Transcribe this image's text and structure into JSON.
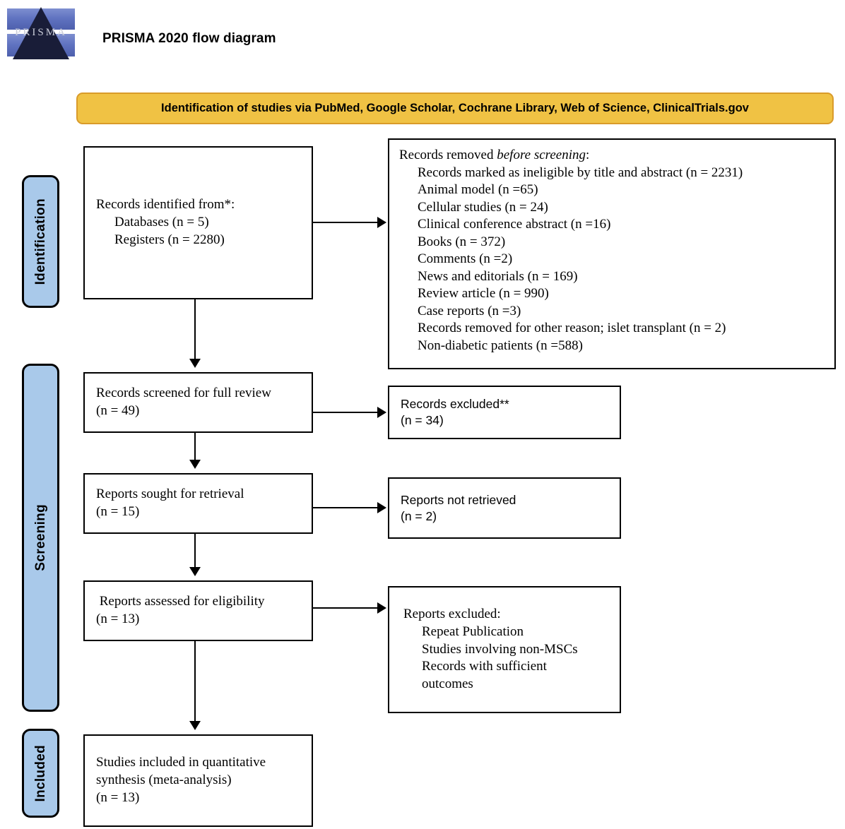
{
  "logo": {
    "word": "PRISMA",
    "alt": "prisma-logo"
  },
  "title": "PRISMA 2020 flow diagram",
  "banner": {
    "label": "Identification of studies via PubMed, Google Scholar, Cochrane Library, Web of Science, ClinicalTrials.gov"
  },
  "stages": [
    {
      "key": "identification",
      "label": "Identification"
    },
    {
      "key": "screening",
      "label": "Screening"
    },
    {
      "key": "included",
      "label": "Included"
    }
  ],
  "boxes": {
    "records_identified": {
      "lines": [
        "Records identified from*:",
        "Databases (n = 5)",
        "Registers (n = 2280)"
      ]
    },
    "records_removed": {
      "heading_pre": "Records removed ",
      "heading_italic": "before screening",
      "heading_post": ":",
      "items": [
        "Records marked as ineligible by title and abstract (n = 2231)",
        "Animal model (n =65)",
        "Cellular studies (n = 24)",
        "Clinical conference abstract (n =16)",
        "Books (n = 372)",
        "Comments (n =2)",
        "News and editorials (n = 169)",
        "Review article (n = 990)",
        "Case reports (n =3)",
        "Records removed for other reason; islet transplant (n = 2)",
        "Non-diabetic patients (n =588)"
      ]
    },
    "records_screened": {
      "lines": [
        "Records screened for full review",
        "(n = 49)"
      ]
    },
    "records_excluded": {
      "lines": [
        "Records excluded**",
        "(n = 34)"
      ]
    },
    "reports_sought": {
      "lines": [
        "Reports sought for retrieval",
        "(n = 15)"
      ]
    },
    "reports_not_retrieved": {
      "lines": [
        "Reports not retrieved",
        "(n = 2)"
      ]
    },
    "reports_assessed": {
      "lines": [
        " Reports assessed for eligibility",
        "(n = 13)"
      ]
    },
    "reports_excluded": {
      "lines": [
        "Reports excluded:",
        "Repeat Publication",
        "Studies involving non-MSCs",
        "Records with sufficient",
        "outcomes"
      ]
    },
    "studies_included": {
      "lines": [
        "Studies included in quantitative",
        "synthesis (meta-analysis)",
        "(n = 13)"
      ]
    }
  },
  "colors": {
    "banner_fill": "#f0c244",
    "banner_border": "#d99b2a",
    "stage_fill": "#a9c9ea",
    "stroke": "#000000"
  }
}
